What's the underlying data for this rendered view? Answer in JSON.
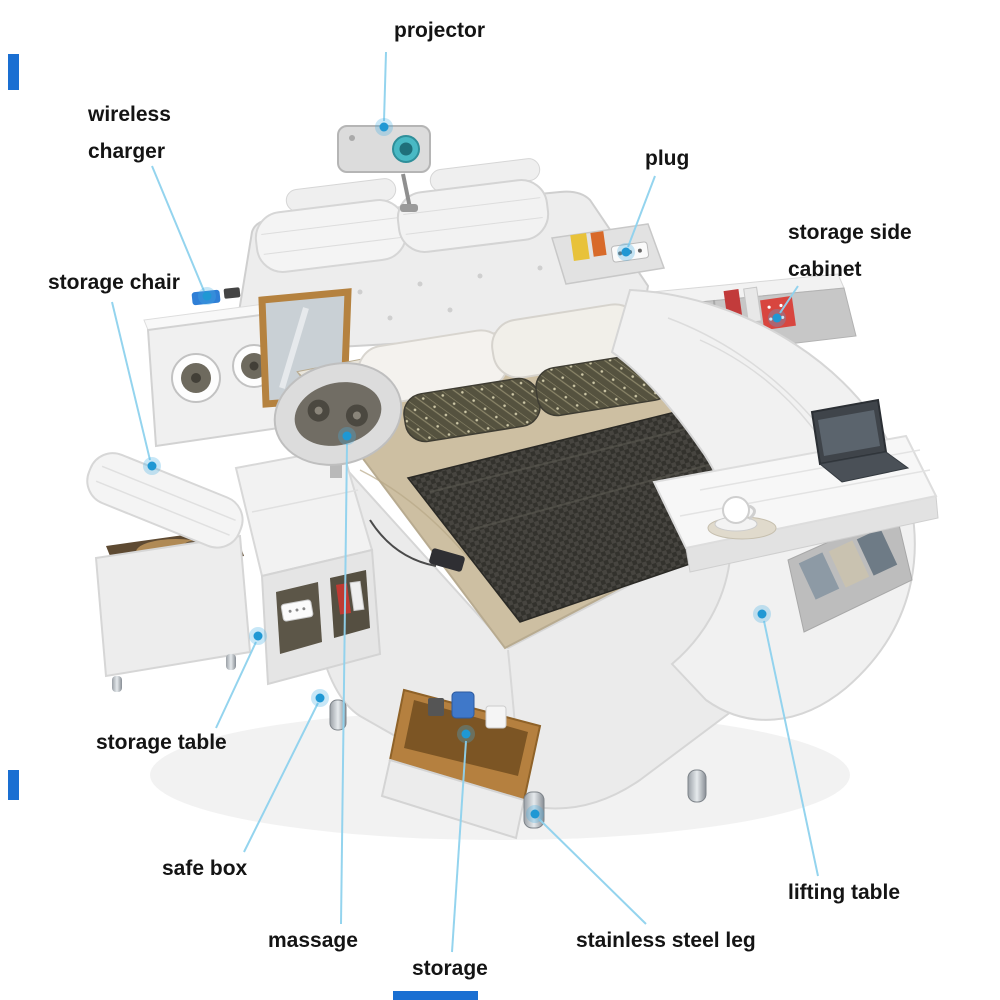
{
  "diagram": {
    "subject": "multifunctional smart bed annotated diagram",
    "labels": [
      {
        "id": "projector",
        "text": "projector"
      },
      {
        "id": "wireless-charger",
        "text": "wireless charger"
      },
      {
        "id": "plug",
        "text": "plug"
      },
      {
        "id": "storage-side-cabinet",
        "text": "storage side cabinet"
      },
      {
        "id": "storage-chair",
        "text": "storage chair"
      },
      {
        "id": "storage-table",
        "text": "storage table"
      },
      {
        "id": "safe-box",
        "text": "safe box"
      },
      {
        "id": "massage",
        "text": "massage"
      },
      {
        "id": "storage",
        "text": "storage"
      },
      {
        "id": "stainless-steel-leg",
        "text": "stainless steel leg"
      },
      {
        "id": "lifting-table",
        "text": "lifting table"
      }
    ],
    "colors": {
      "label_text": "#141414",
      "callout_line": "#8fd2ee",
      "callout_dot": "#1f98d4",
      "edge_artifact": "#1a6fd2",
      "leather": "#efefef",
      "blanket": "#33322d",
      "sheet": "#cdbfa2",
      "wood": "#b5803f"
    }
  }
}
